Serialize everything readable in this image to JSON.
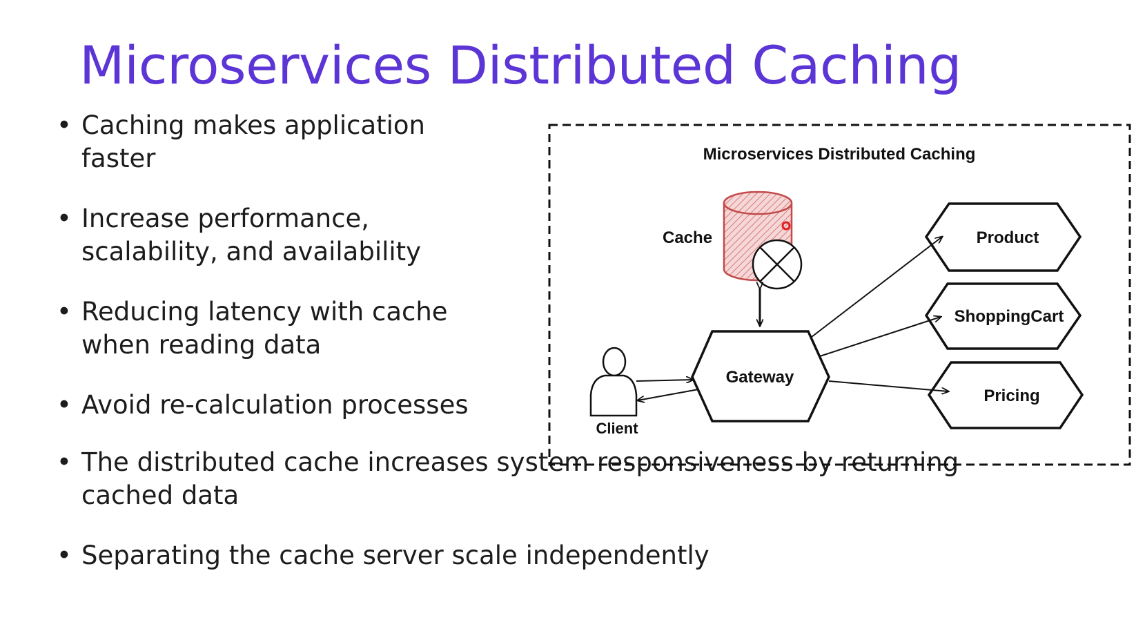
{
  "slide": {
    "title": "Microservices Distributed Caching",
    "bullets": [
      {
        "text": "Caching makes application\nfaster"
      },
      {
        "text": "Increase performance,\nscalability, and availability"
      },
      {
        "text": "Reducing latency with cache\nwhen reading data"
      },
      {
        "text": "Avoid re-calculation processes"
      },
      {
        "text": "The distributed cache increases system responsiveness by returning\ncached data"
      },
      {
        "text": "Separating the cache server scale independently"
      }
    ],
    "bullet_symbol": "•"
  },
  "diagram": {
    "title": "Microservices Distributed Caching",
    "cache_label": "Cache",
    "client_label": "Client",
    "gateway_label": "Gateway",
    "services": [
      "Product",
      "ShoppingCart",
      "Pricing"
    ]
  },
  "colors": {
    "title": "#5b35d5",
    "cache_fill": "#f3c9c9",
    "cache_stroke": "#c24a4a",
    "pointer": "#e02020"
  }
}
